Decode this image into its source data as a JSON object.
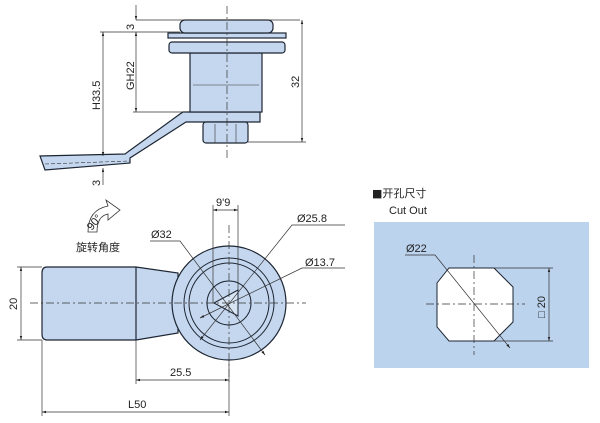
{
  "side_view": {
    "dim_top_cap": "3",
    "dim_thread": "GH22",
    "dim_height": "H33.5",
    "dim_overall": "32",
    "dim_cam_thickness": "3"
  },
  "front_view": {
    "rotation_angle": "90°",
    "rotation_label": "旋转角度",
    "dim_key_slot": "9'9",
    "dim_d32": "Ø32",
    "dim_d25_8": "Ø25.8",
    "dim_d13_7": "Ø13.7",
    "dim_width": "20",
    "dim_cam_offset": "25.5",
    "dim_length": "L50"
  },
  "cut_out": {
    "title_cn": "■开孔尺寸",
    "title_en": "Cut Out",
    "dim_diameter": "Ø22",
    "dim_square": "□ 20"
  },
  "colors": {
    "part_fill": "#c5d7ef",
    "panel_fill": "#bcd3ee"
  }
}
